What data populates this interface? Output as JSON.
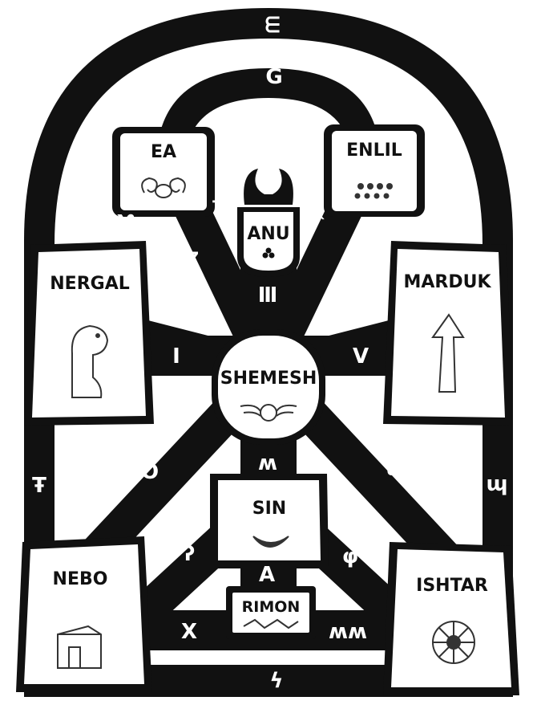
{
  "colors": {
    "ink": "#111111",
    "paper": "#ffffff"
  },
  "nodes": {
    "ea": "EA",
    "enlil": "ENLIL",
    "anu": "ANU",
    "nergal": "NERGAL",
    "marduk": "MARDUK",
    "shemesh": "SHEMESH",
    "sin": "SIN",
    "nebo": "NEBO",
    "ishtar": "ISHTAR",
    "rimon": "RIMON"
  },
  "glyphs": {
    "top_outer": "ᗴ",
    "top_inner": "G",
    "upper_left_diag": "ㄱ",
    "upper_right_diag": "ᛸ",
    "left_of_anu": "Ƴ",
    "right_of_enlil": "Δ",
    "left_diag_mid": "Ꮓ",
    "right_circle": "⊕",
    "ladder": "Ⅲ",
    "left_bar": "I",
    "right_bar": "V",
    "left_lower_diag": "O",
    "shemesh_sin": "ʍ",
    "right_lower_diag": "ɩ",
    "left_outer_side": "Ŧ",
    "right_outer_side": "ɰ",
    "left_sin": "ʔ",
    "right_sin": "φ",
    "sin_rimon": "A",
    "bottom_left": "X",
    "bottom_right": "ʍʍ",
    "bottom_center": "ϟ"
  }
}
